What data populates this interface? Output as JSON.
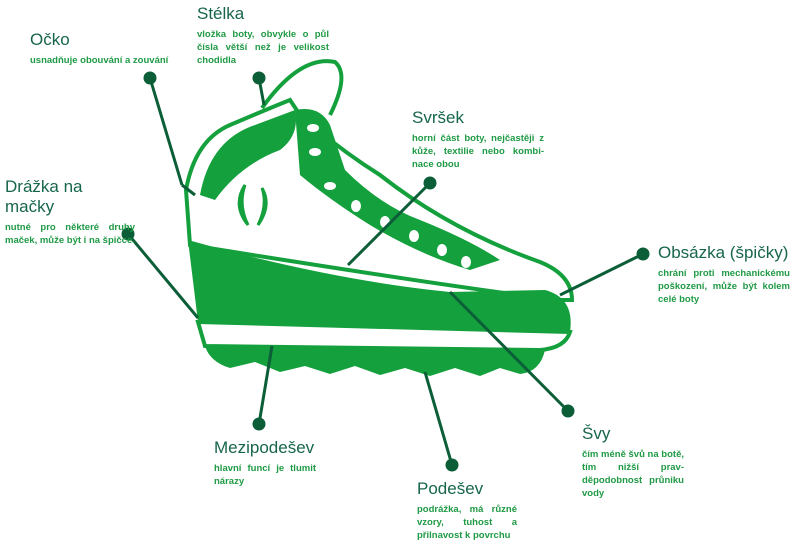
{
  "colors": {
    "boot": "#14a03c",
    "line": "#0b5e37",
    "title": "#17664a",
    "desc": "#1f9a45"
  },
  "labels": {
    "ocko": {
      "title": "Očko",
      "desc": "usnadňuje obouvání a zouvání"
    },
    "stelka": {
      "title": "Stélka",
      "desc": "vložka boty, obvykle o půl čísla větší než je velikost chodidla"
    },
    "drazka": {
      "title": "Drážka na mačky",
      "desc": "nutné pro některé druhy maček, může být i na špičce."
    },
    "svrsek": {
      "title": "Svršek",
      "desc": "horní část boty, nejčastěji z kůže, textilie nebo kombi-nace obou"
    },
    "obsazka": {
      "title": "Obsázka (špičky)",
      "desc": "chrání proti mechanickému poškození, může být kolem celé boty"
    },
    "svy": {
      "title": "Švy",
      "desc": "čím méně švů na botě, tím nižší prav-děpodobnost průniku vody"
    },
    "mezipodesev": {
      "title": "Mezipodešev",
      "desc": "hlavní funcí je tlumit nárazy"
    },
    "podesev": {
      "title": "Podešev",
      "desc": "podrážka, má různé vzory, tuhost a přilnavost k povrchu"
    }
  }
}
